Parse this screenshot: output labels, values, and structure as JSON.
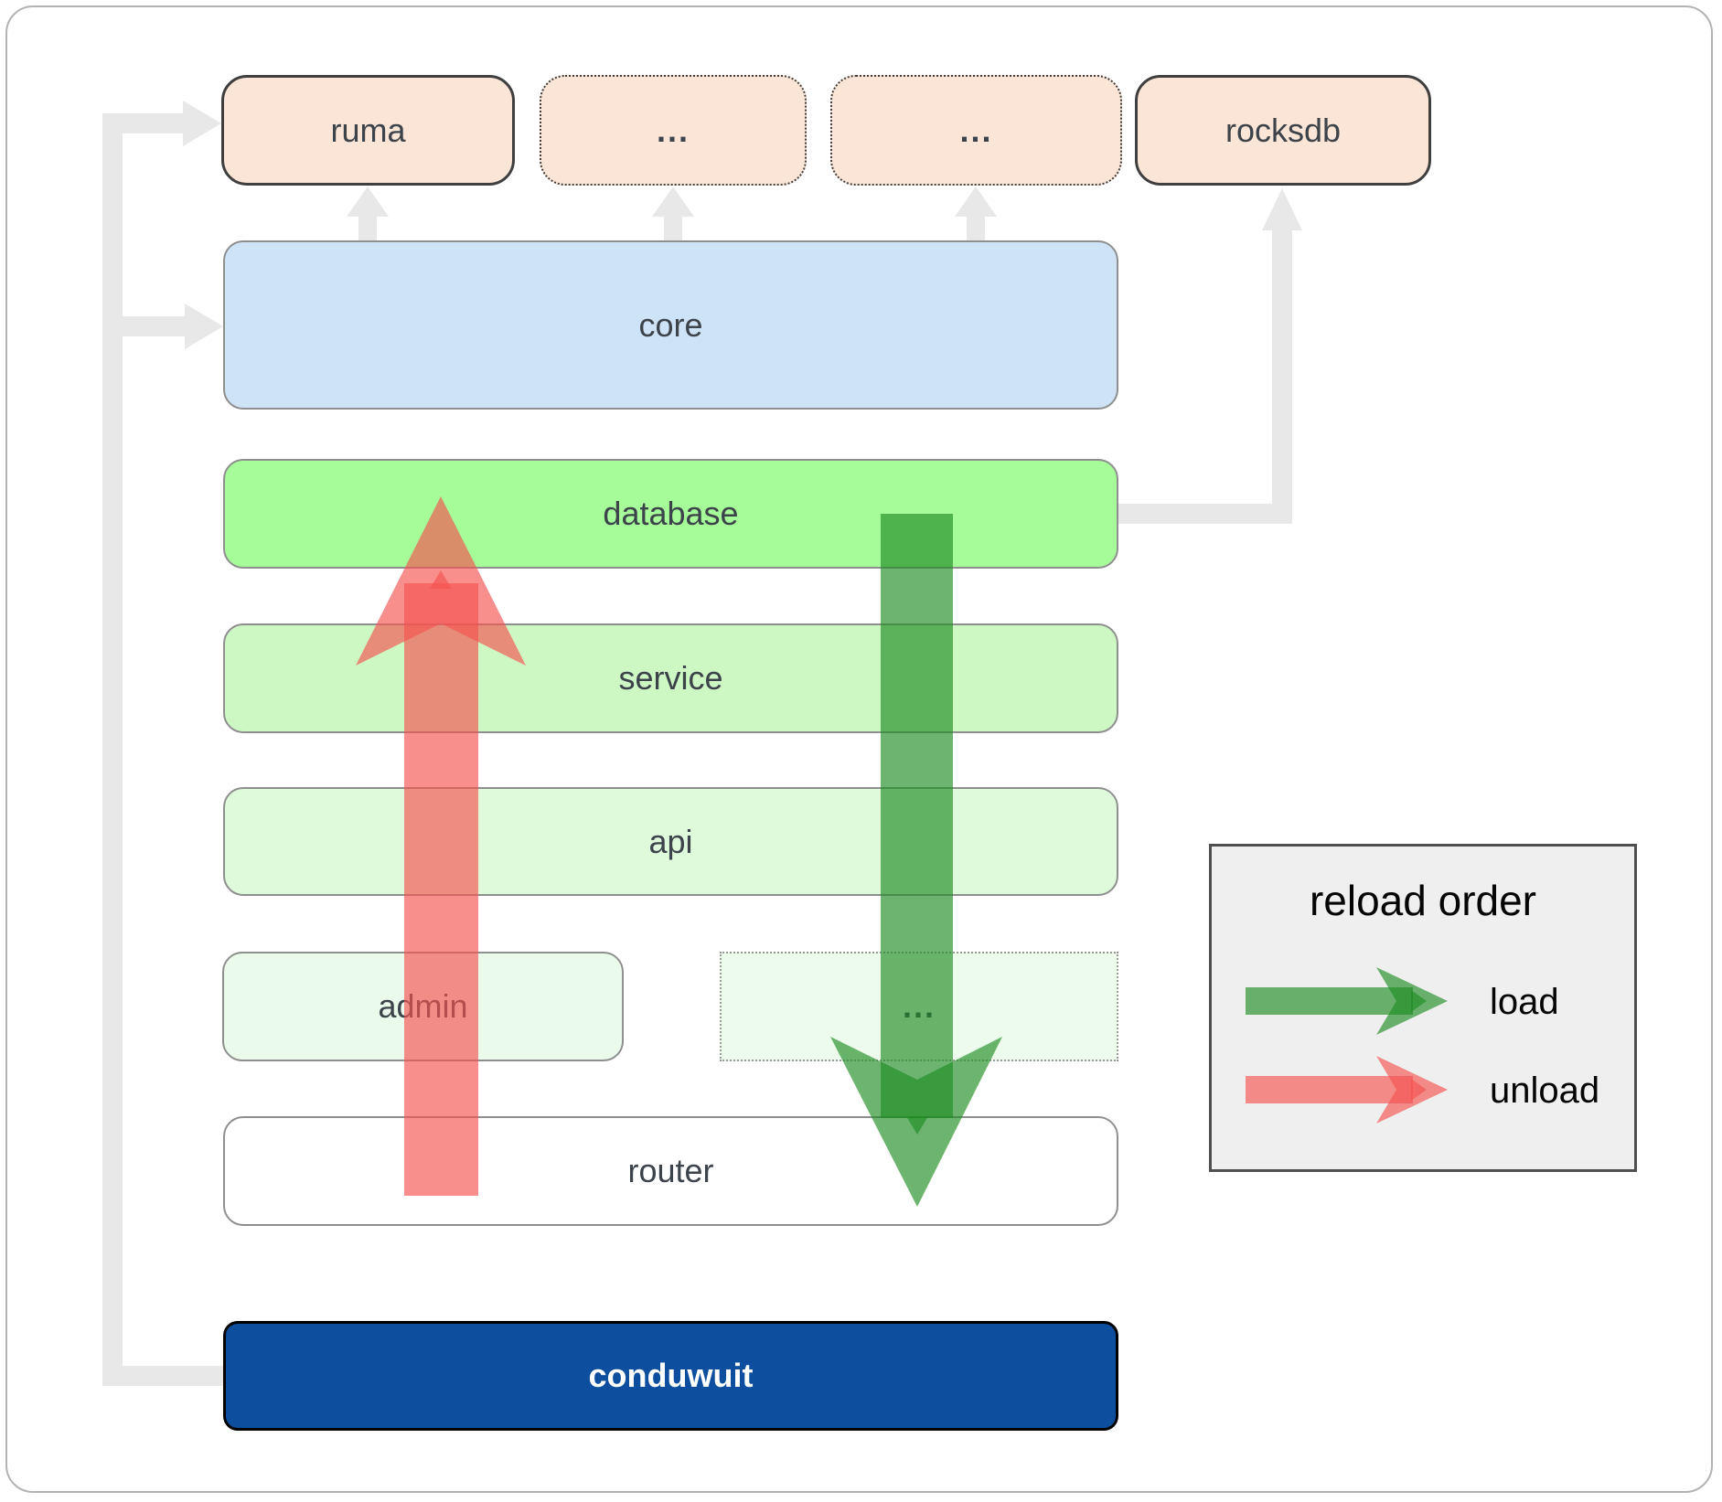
{
  "diagram": {
    "nodes": {
      "ruma": "ruma",
      "dep_dots_1": "...",
      "dep_dots_2": "...",
      "rocksdb": "rocksdb",
      "core": "core",
      "database": "database",
      "service": "service",
      "api": "api",
      "admin": "admin",
      "admin_dots": "...",
      "router": "router",
      "conduwuit": "conduwuit"
    }
  },
  "legend": {
    "title": "reload order",
    "items": [
      {
        "label": "load",
        "color": "#1e8c23"
      },
      {
        "label": "unload",
        "color": "#f45350"
      }
    ]
  },
  "colors": {
    "load_arrow": "#1e8c23",
    "unload_arrow": "#f45350",
    "connector_gray": "#e8e8e8",
    "dependency_fill": "#fbe5d6",
    "core_fill": "#cfe3f7",
    "database_fill": "#a5fc98",
    "service_fill": "#cdf7c3",
    "api_fill": "#dffadb",
    "admin_fill": "#eafaeb",
    "router_fill": "#ffffff",
    "conduwuit_fill": "#0d4f9e",
    "legend_bg": "#efefef"
  }
}
